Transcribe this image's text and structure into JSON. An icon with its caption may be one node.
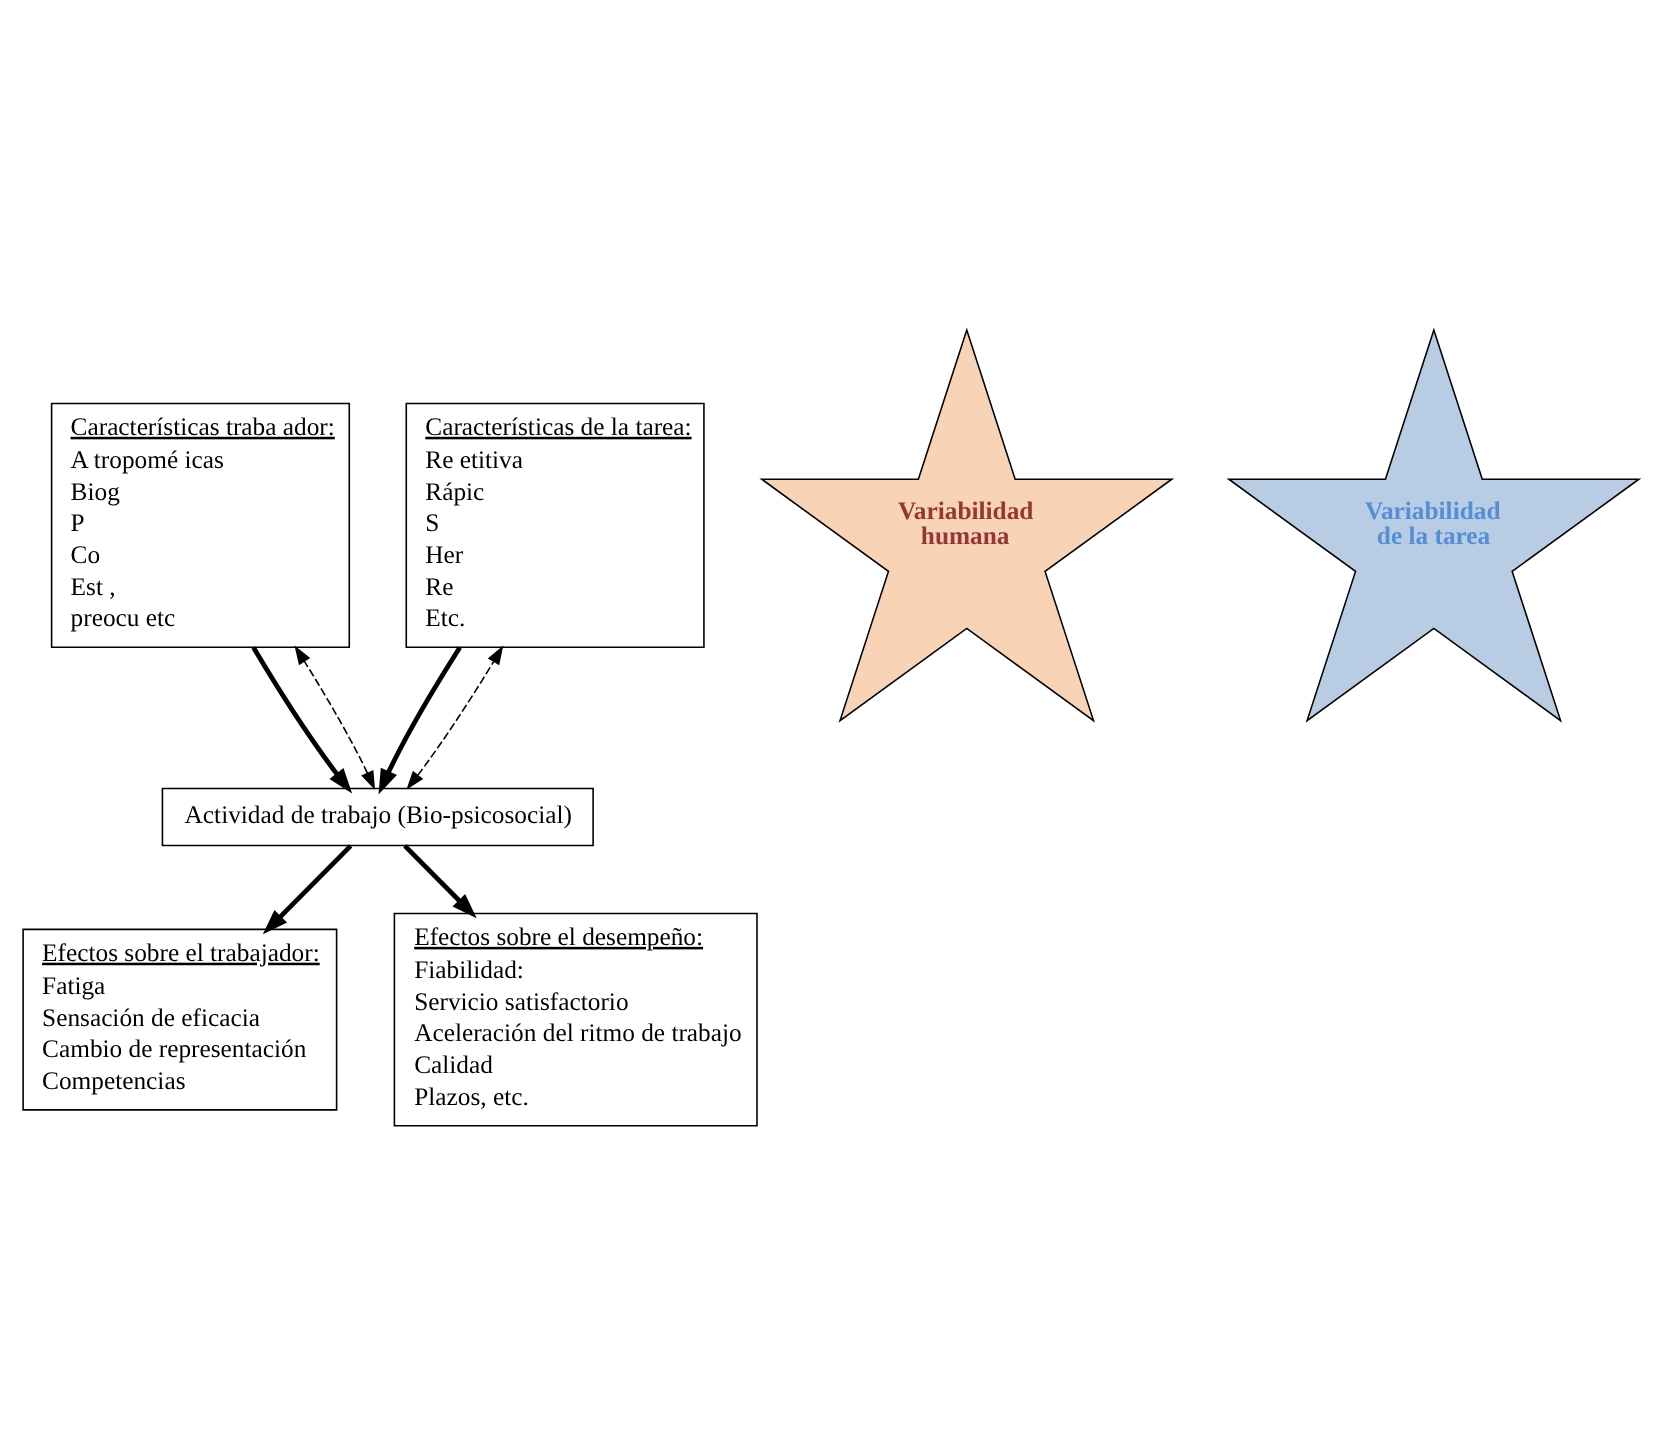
{
  "diagram": {
    "nodes": [
      {
        "text": [
          "Características traba ador:",
          "A tropomé icas",
          "Biog",
          "P",
          "Co",
          "Est ,",
          "preocu etc"
        ]
      },
      {
        "text": [
          "Variabilidad humana"
        ]
      },
      {
        "text": [
          "Características de la tarea:",
          "Re etitiva",
          "Rápic",
          "S",
          "Her",
          "Re",
          "Etc."
        ]
      },
      {
        "text": [
          "Variabilidad de la tarea"
        ]
      },
      {
        "text": [
          "Actividad de trabajo (Bio-psicosocial)"
        ]
      },
      {
        "text": [
          "Efectos sobre el trabajador:",
          "Fatiga",
          "Sensación de eficacia",
          "Cambio de representación",
          "Competencias"
        ]
      },
      {
        "text": [
          "Efectos sobre el desempeño:",
          "Fiabilidad:",
          "Servicio satisfactorio",
          "Aceleración del ritmo de trabajo",
          "Calidad",
          "Plazos, etc."
        ]
      }
    ],
    "edges": [
      {
        "from": 0,
        "to": 4,
        "arrow": "to"
      },
      {
        "from": 2,
        "to": 4,
        "arrow": "to"
      },
      {
        "from": 4,
        "to": 5,
        "arrow": "to"
      },
      {
        "from": 4,
        "to": 6,
        "arrow": "to"
      },
      {
        "from": 4,
        "to": 0,
        "arrow": "both",
        "style": "dashed"
      },
      {
        "from": 4,
        "to": 2,
        "arrow": "both",
        "style": "dashed"
      }
    ]
  }
}
